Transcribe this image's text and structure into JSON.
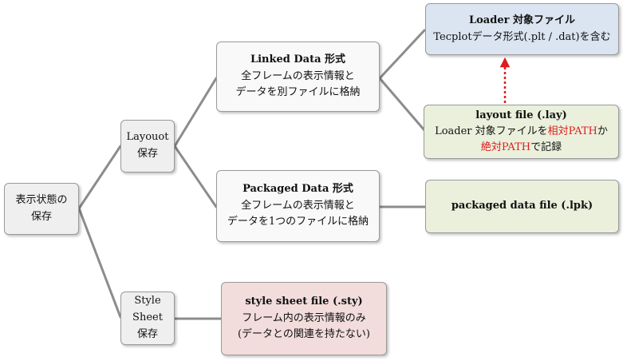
{
  "root": {
    "line1": "表示状態の",
    "line2": "保存"
  },
  "layout_node": {
    "line1": "Layouot",
    "line2": "保存"
  },
  "style_node": {
    "line1": "Style Sheet",
    "line2": "保存"
  },
  "linked": {
    "title": "Linked Data 形式",
    "line1": "全フレームの表示情報と",
    "line2": "データを別ファイルに格納"
  },
  "packaged": {
    "title": "Packaged Data 形式",
    "line1": "全フレームの表示情報と",
    "line2": "データを1つのファイルに格納"
  },
  "loader": {
    "title": "Loader 対象ファイル",
    "line1": "Tecplotデータ形式(.plt / .dat)を含む"
  },
  "layout_file": {
    "title": "layout file (.lay)",
    "line1_a": "Loader 対象ファイルを",
    "line1_red": "相対PATH",
    "line1_b": "か",
    "line2_red": "絶対PATH",
    "line2_b": "で記録"
  },
  "packaged_file": {
    "title": "packaged data file (.lpk)"
  },
  "style_file": {
    "title": "style sheet file (.sty)",
    "line1": "フレーム内の表示情報のみ",
    "line2": "(データとの関連を持たない)"
  },
  "colors": {
    "connector": "#8c8c8c",
    "dashed_arrow": "#e01b1b",
    "loader_bg": "#dbe4f1",
    "file_bg": "#eaf0dc",
    "style_bg": "#f2dcdc"
  }
}
